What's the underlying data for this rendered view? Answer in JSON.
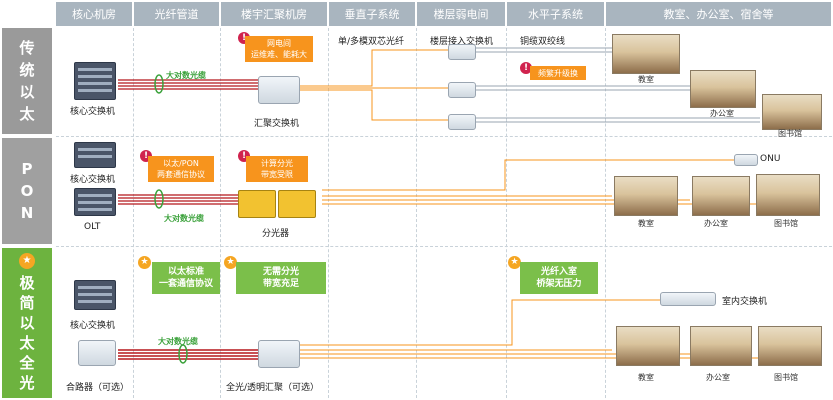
{
  "headers": {
    "core_room": "核心机房",
    "fiber_duct": "光纤管道",
    "building_room": "楼宇汇聚机房",
    "vertical": "垂直子系统",
    "floor_room": "楼层弱电间",
    "horizontal": "水平子系统",
    "rooms": "教室、办公室、宿舍等"
  },
  "rows": {
    "traditional": [
      "传",
      "统",
      "以",
      "太"
    ],
    "pon": [
      "P",
      "O",
      "N"
    ],
    "simple": [
      "极",
      "简",
      "以",
      "太",
      "全",
      "光"
    ]
  },
  "traditional": {
    "core_switch": "核心交换机",
    "fiber_label": "大对数光缆",
    "warn_note_1": "网电间",
    "warn_note_2": "运维难、能耗大",
    "agg_switch": "汇聚交换机",
    "vertical_label": "单/多模双芯光纤",
    "access_switch": "楼层接入交换机",
    "horizontal_label": "铜缆双绞线",
    "cat_note": "频繁升级换",
    "classroom": "教室",
    "office": "办公室",
    "library": "图书馆"
  },
  "pon": {
    "core_switch": "核心交换机",
    "olt": "OLT",
    "fiber_label": "大对数光缆",
    "protocol_note_1": "以太/PON",
    "protocol_note_2": "两套通信协议",
    "split_note_1": "计算分光",
    "split_note_2": "带宽受限",
    "splitter": "分光器",
    "onu": "ONU",
    "classroom": "教室",
    "office": "办公室",
    "library": "图书馆"
  },
  "simple": {
    "core_switch": "核心交换机",
    "agg_switch": "合路器（可选）",
    "fiber_label": "大对数光缆",
    "std_note_1": "以太标准",
    "std_note_2": "一套通信协议",
    "nosplit_note_1": "无需分光",
    "nosplit_note_2": "带宽充足",
    "fiber_room_1": "光纤入室",
    "fiber_room_2": "桥架无压力",
    "full_optical": "全光/透明汇聚（可选）",
    "room_switch": "室内交换机",
    "classroom": "教室",
    "office": "办公室",
    "library": "图书馆"
  },
  "colors": {
    "header": "#a9b5bf",
    "traditional_row": "#9a9a9a",
    "pon_row": "#a0a0a0",
    "simple_row": "#6db33f",
    "note_orange": "#f7941d",
    "note_green": "#7bbf4a",
    "fiber_red": "#b5161b",
    "fiber_orange": "#f7941d"
  }
}
